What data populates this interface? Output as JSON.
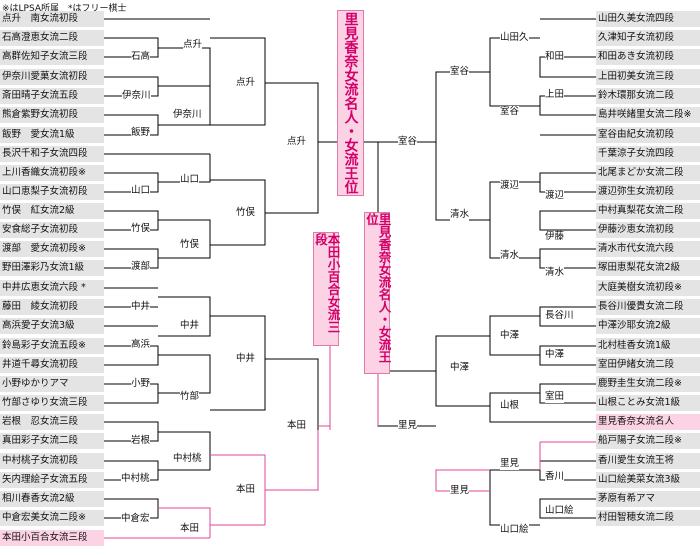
{
  "note": "※はLPSA所属　*はフリー棋士",
  "champion_title": "里見香奈女流名人・女流王位",
  "runner_up_title": "本田小百合女流三段",
  "final_winner_title": "里見香奈女流名人・女流王位",
  "left_players": [
    "点升　南女流初段",
    "石高澄恵女流二段",
    "高群佐知子女流三段",
    "伊奈川愛菓女流初段",
    "斎田晴子女流五段",
    "熊倉紫野女流初段",
    "飯野　愛女流1級",
    "長沢千和子女流四段",
    "上川香織女流初段※",
    "山口恵梨子女流初段",
    "竹俣　紅女流2級",
    "安食総子女流初段",
    "渡部　愛女流初段※",
    "野田澤彩乃女流1級",
    "中井広恵女流六段 *",
    "藤田　綾女流初段",
    "高浜愛子女流3級",
    "鈴島彩子女流五段※",
    "井道千尋女流初段",
    "小野ゆかりアマ",
    "竹部さゆり女流三段",
    "岩根　忍女流三段",
    "真田彩子女流二段",
    "中村桃子女流初段",
    "矢内理絵子女流五段",
    "相川春香女流2級",
    "中倉宏美女流二段※",
    "本田小百合女流三段"
  ],
  "right_players": [
    "山田久美女流四段",
    "久津知子女流初段",
    "和田あき女流初段",
    "上田初美女流三段",
    "鈴木環那女流二段",
    "島井咲緒里女流二段※",
    "室谷由紀女流初段",
    "千葉涼子女流四段",
    "北尾まどか女流二段",
    "渡辺弥生女流初段",
    "中村真梨花女流二段",
    "伊藤沙恵女流初段",
    "清水市代女流六段",
    "塚田恵梨花女流2級",
    "大庭美樹女流初段※",
    "長谷川優貴女流二段",
    "中澤沙耶女流2級",
    "北村桂香女流1級",
    "室田伊緒女流二段",
    "鹿野圭生女流二段※",
    "山根ことみ女流1級",
    "里見香奈女流名人",
    "船戸陽子女流二段※",
    "香川愛生女流王将",
    "山口絵美菜女流3級",
    "茅原有希アマ",
    "村田智穂女流二段"
  ],
  "round_names": {
    "l1_ishitaka": "石高",
    "l1_inagawa": "伊奈川",
    "l1_iino": "飯野",
    "l1_yamaguchi": "山口",
    "l1_takemata": "竹俣",
    "l1_watabe": "渡部",
    "l1_nakai": "中井",
    "l1_takahama": "高浜",
    "l1_ono": "小野",
    "l1_iwane": "岩根",
    "l1_nakamura": "中村桃",
    "l1_nakakura": "中倉宏",
    "l2_tensho": "点升",
    "l2_inagawa": "伊奈川",
    "l2_yamaguchi": "山口",
    "l2_takemata": "竹俣",
    "l2_nakai": "中井",
    "l2_takebe": "竹部",
    "l2_nakamura": "中村桃",
    "l2_honda": "本田",
    "l3_tensho": "点升",
    "l3_takemata": "竹俣",
    "l3_nakai": "中井",
    "l3_honda": "本田",
    "l4_tensho": "点升",
    "l4_honda": "本田",
    "r1_yamadaku": "山田久",
    "r1_wada": "和田",
    "r1_ueda": "上田",
    "r1_murotani": "室谷",
    "r1_watanabe": "渡辺",
    "r1_watanabe2": "渡辺",
    "r1_ito": "伊藤",
    "r1_shimizu": "清水",
    "r1_hasegawa": "長谷川",
    "r1_nakazawa": "中澤",
    "r1_murota": "室田",
    "r1_satomi": "里見",
    "r1_kagawa": "香川",
    "r1_yamaguchie": "山口絵",
    "r1_yamaguchie2": "山口絵",
    "r2_murotani": "室谷",
    "r2_shimizu": "清水",
    "r2_nakazawa": "中澤",
    "r2_yamane": "山根",
    "r2_satomi": "里見",
    "r3_murotani": "室谷",
    "r3_shimizu": "清水",
    "r3_nakazawa": "中澤",
    "r3_satomi": "里見",
    "r4_murotani": "室谷",
    "r4_satomi": "里見"
  },
  "colors": {
    "winner_line": "#e0449a",
    "line": "#000000",
    "cell_bg": "#e4e4e4",
    "win_bg": "#fbd3e4"
  }
}
